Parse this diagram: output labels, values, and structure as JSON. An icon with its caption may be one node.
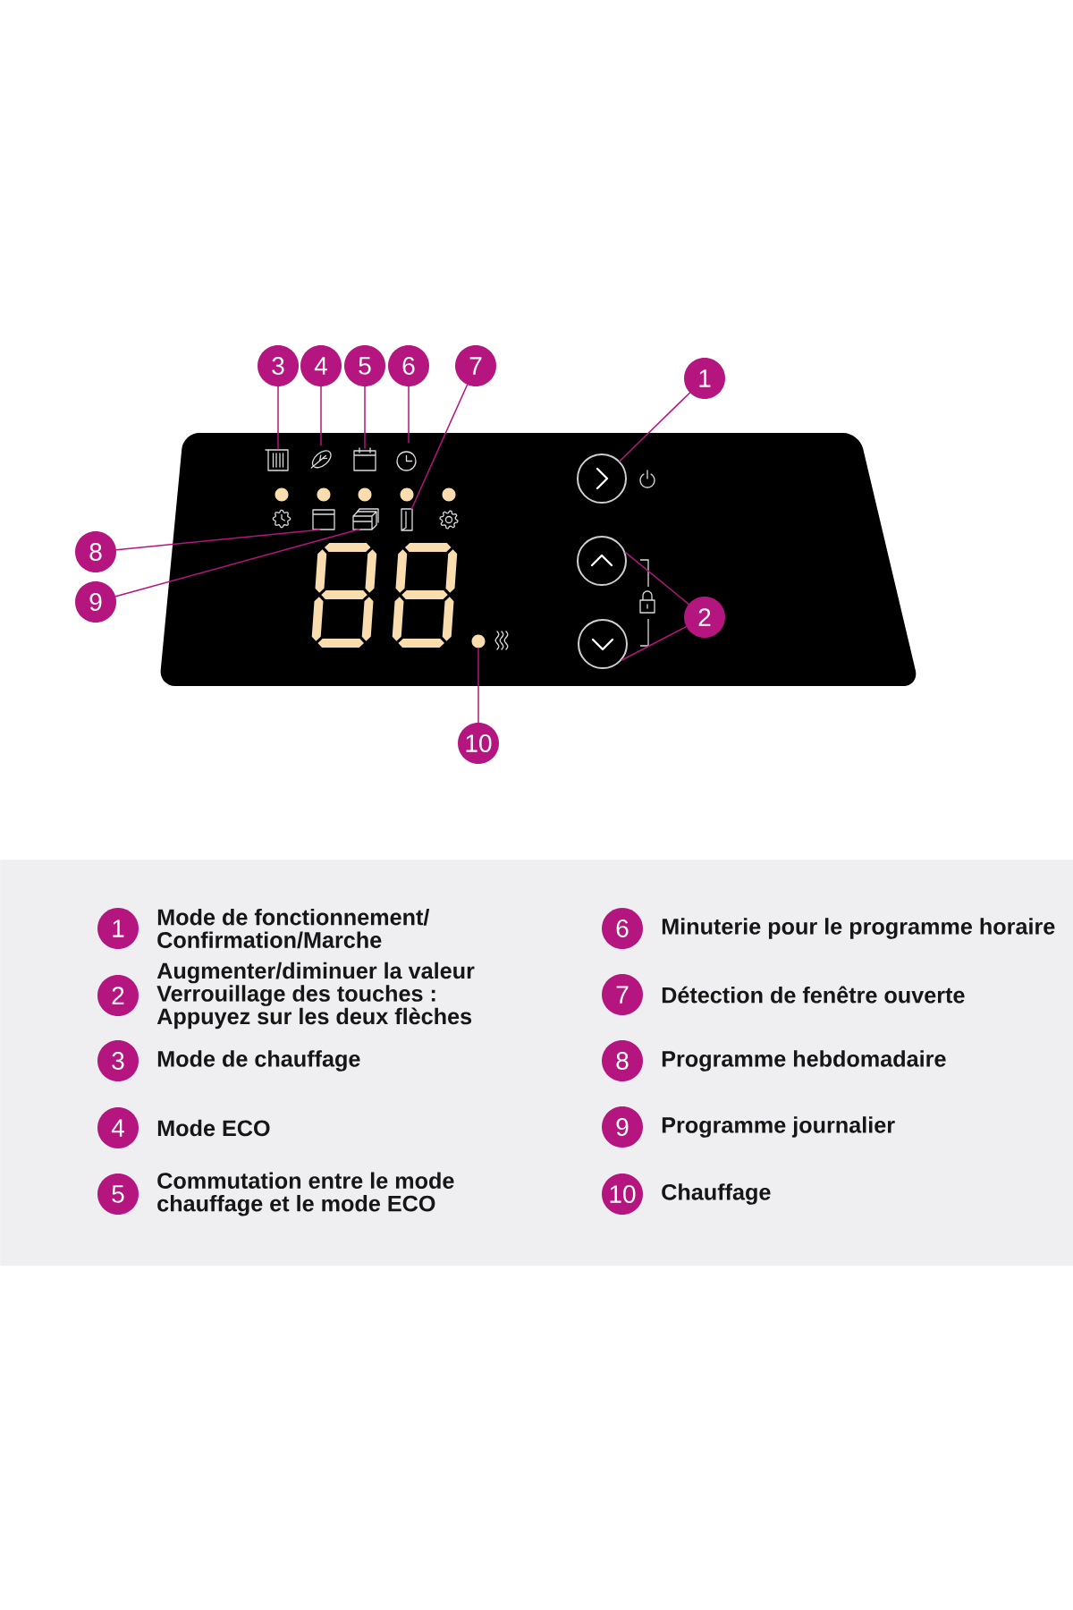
{
  "diagram": {
    "nodes": [
      {
        "text": [
          "3"
        ]
      },
      {
        "text": [
          "4"
        ]
      },
      {
        "text": [
          "5"
        ]
      },
      {
        "text": [
          "6"
        ]
      },
      {
        "text": [
          "7"
        ]
      },
      {
        "text": [
          "1"
        ]
      },
      {
        "text": [],
        "shape": "picture"
      },
      {
        "text": [],
        "shape": "picture"
      },
      {
        "text": [],
        "shape": "picture"
      },
      {
        "text": [],
        "shape": "picture"
      },
      {
        "text": [],
        "shape": "circle"
      },
      {
        "text": [],
        "shape": "picture"
      },
      {
        "text": [],
        "shape": "picture"
      },
      {
        "text": [],
        "shape": "picture"
      },
      {
        "text": [
          "8"
        ]
      },
      {
        "text": [],
        "shape": "circle"
      },
      {
        "text": [
          "9"
        ]
      },
      {
        "text": [
          "2"
        ]
      },
      {
        "text": [],
        "shape": "circle"
      },
      {
        "text": [],
        "shape": "circle"
      },
      {
        "text": [
          "10"
        ]
      },
      {
        "text": [],
        "shape": "box"
      },
      {
        "text": [
          "1"
        ],
        "beside": [
          "Mode de fonctionnement/ Confirmation/Marche"
        ],
        "in": 21
      },
      {
        "text": [
          "2"
        ],
        "beside": [
          "Augmenter/diminuer la valeur Verrouillage des touches : Appuyez sur les deux flèches"
        ],
        "in": 21
      },
      {
        "text": [
          "3"
        ],
        "beside": [
          "Mode de chauffage"
        ],
        "in": 21
      },
      {
        "text": [
          "4"
        ],
        "beside": [
          "Mode ECO"
        ],
        "in": 21
      },
      {
        "text": [
          "5"
        ],
        "beside": [
          "Commutation entre le mode chauffage et le mode ECO"
        ],
        "in": 21
      },
      {
        "text": [
          "6"
        ],
        "beside": [
          "Minuterie pour le programme horaire"
        ],
        "in": 21
      },
      {
        "text": [
          "7"
        ],
        "beside": [
          "Détection de fenêtre ouverte"
        ],
        "in": 21
      },
      {
        "text": [
          "8"
        ],
        "beside": [
          "Programme hebdomadaire"
        ],
        "in": 21
      },
      {
        "text": [
          "9"
        ],
        "beside": [
          "Programme journalier"
        ],
        "in": 21
      },
      {
        "text": [
          "10"
        ],
        "beside": [
          "Chauffage"
        ],
        "in": 21
      }
    ],
    "edges": [
      {
        "from": 0,
        "to": 6,
        "arrow": "none"
      },
      {
        "from": 1,
        "to": 7,
        "arrow": "none"
      },
      {
        "from": 2,
        "to": 8,
        "arrow": "none"
      },
      {
        "from": 3,
        "to": 9,
        "arrow": "none"
      },
      {
        "from": 4,
        "to": 13,
        "arrow": "none"
      },
      {
        "from": 5,
        "to": 10,
        "arrow": "none"
      },
      {
        "from": 14,
        "to": 11,
        "arrow": "none"
      },
      {
        "from": 16,
        "to": 12,
        "arrow": "none"
      },
      {
        "from": 17,
        "to": 15,
        "arrow": "none"
      },
      {
        "from": 17,
        "to": 19,
        "arrow": "none"
      },
      {
        "from": 20,
        "to": 18,
        "arrow": "none"
      }
    ]
  }
}
